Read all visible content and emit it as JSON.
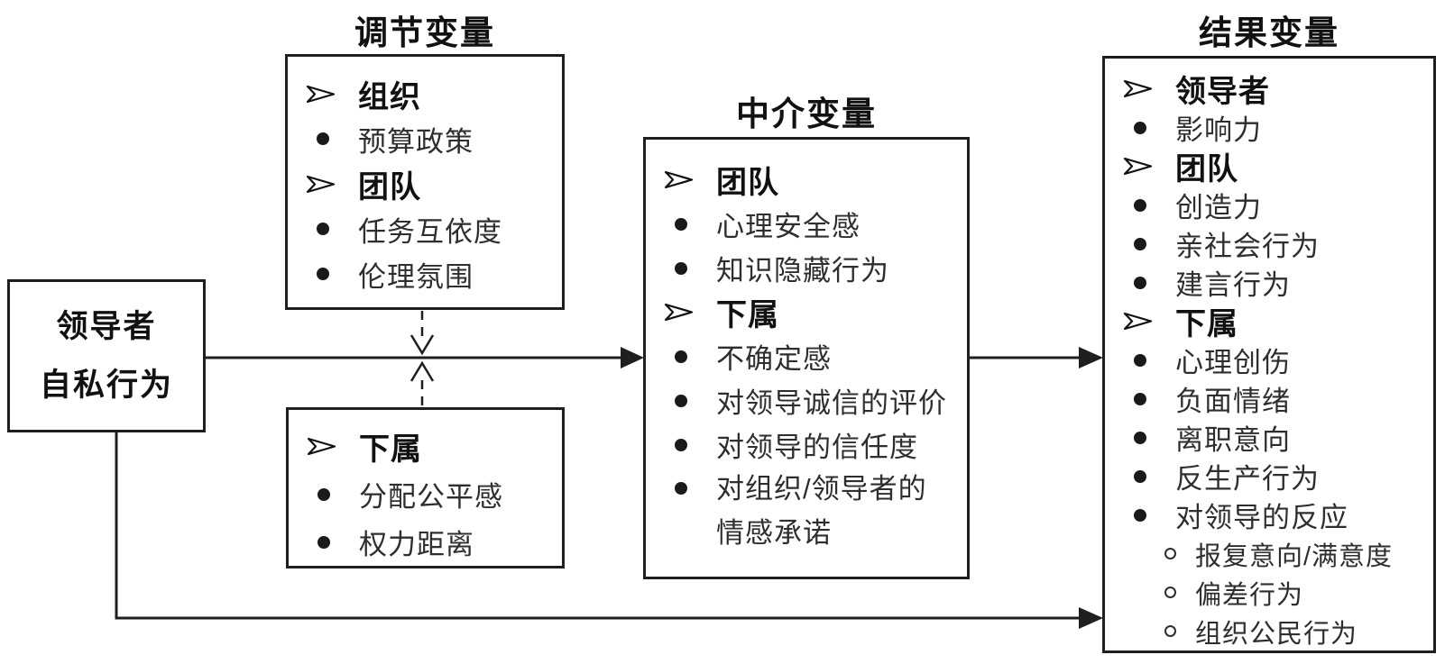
{
  "diagram_title": "",
  "colors": {
    "line": "#1f1f1f",
    "background": "#ffffff",
    "text": "#1a1a1a"
  },
  "source_box": {
    "line1": "领导者",
    "line2": "自私行为"
  },
  "column_titles": {
    "moderator": "调节变量",
    "mediator": "中介变量",
    "outcome": "结果变量"
  },
  "moderator_top": {
    "items": [
      {
        "marker": "arrowhead",
        "text": "组织"
      },
      {
        "marker": "bullet",
        "text": "预算政策"
      },
      {
        "marker": "arrowhead",
        "text": "团队"
      },
      {
        "marker": "bullet",
        "text": "任务互依度"
      },
      {
        "marker": "bullet",
        "text": "伦理氛围"
      }
    ]
  },
  "moderator_bottom": {
    "items": [
      {
        "marker": "arrowhead",
        "text": "下属"
      },
      {
        "marker": "bullet",
        "text": "分配公平感"
      },
      {
        "marker": "bullet",
        "text": "权力距离"
      }
    ]
  },
  "mediator": {
    "items": [
      {
        "marker": "arrowhead",
        "text": "团队"
      },
      {
        "marker": "bullet",
        "text": "心理安全感"
      },
      {
        "marker": "bullet",
        "text": "知识隐藏行为"
      },
      {
        "marker": "arrowhead",
        "text": "下属"
      },
      {
        "marker": "bullet",
        "text": "不确定感"
      },
      {
        "marker": "bullet",
        "text": "对领导诚信的评价"
      },
      {
        "marker": "bullet",
        "text": "对领导的信任度"
      },
      {
        "marker": "bullet",
        "text": "对组织/领导者的",
        "text2": "情感承诺"
      }
    ]
  },
  "outcome": {
    "items": [
      {
        "marker": "arrowhead",
        "text": "领导者"
      },
      {
        "marker": "bullet",
        "text": "影响力"
      },
      {
        "marker": "arrowhead",
        "text": "团队"
      },
      {
        "marker": "bullet",
        "text": "创造力"
      },
      {
        "marker": "bullet",
        "text": "亲社会行为"
      },
      {
        "marker": "bullet",
        "text": "建言行为"
      },
      {
        "marker": "arrowhead",
        "text": "下属"
      },
      {
        "marker": "bullet",
        "text": "心理创伤"
      },
      {
        "marker": "bullet",
        "text": "负面情绪"
      },
      {
        "marker": "bullet",
        "text": "离职意向"
      },
      {
        "marker": "bullet",
        "text": "反生产行为"
      },
      {
        "marker": "bullet",
        "text": "对领导的反应"
      },
      {
        "marker": "circle",
        "text": "报复意向/满意度"
      },
      {
        "marker": "circle",
        "text": "偏差行为"
      },
      {
        "marker": "circle",
        "text": "组织公民行为"
      }
    ]
  },
  "edges": [
    {
      "from": "source_box",
      "to": "mediator",
      "style": "solid-arrow"
    },
    {
      "from": "mediator",
      "to": "outcome",
      "style": "solid-arrow"
    },
    {
      "from": "source_box",
      "to": "outcome",
      "style": "solid-arrow",
      "route": "bottom"
    },
    {
      "from": "moderator_top",
      "to": "source-mediator-arrow",
      "style": "dashed-open-arrow"
    },
    {
      "from": "moderator_bottom",
      "to": "source-mediator-arrow",
      "style": "dashed-open-arrow"
    }
  ]
}
